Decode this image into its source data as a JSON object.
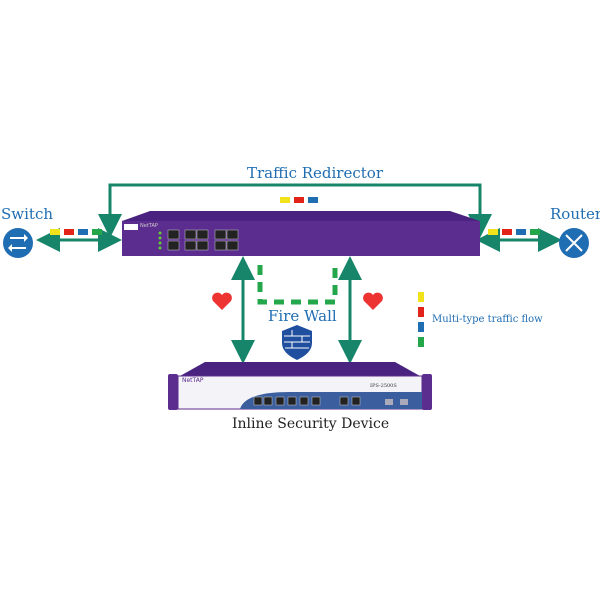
{
  "title": "Traffic Redirector",
  "switch_label": "Switch",
  "router_label": "Router",
  "firewall_label": "Fire Wall",
  "inline_device_label": "Inline Security Device",
  "legend_label": "Multi-type traffic flow",
  "redirector_brand": "NetTAP",
  "inline_brand": "NetTAP",
  "inline_model": "IPS-2500S",
  "colors": {
    "line": "#16856a",
    "yellow": "#f2e21b",
    "red": "#e2231a",
    "blue": "#1f6db2",
    "green": "#23a74a",
    "device": "#5b2d8e"
  }
}
